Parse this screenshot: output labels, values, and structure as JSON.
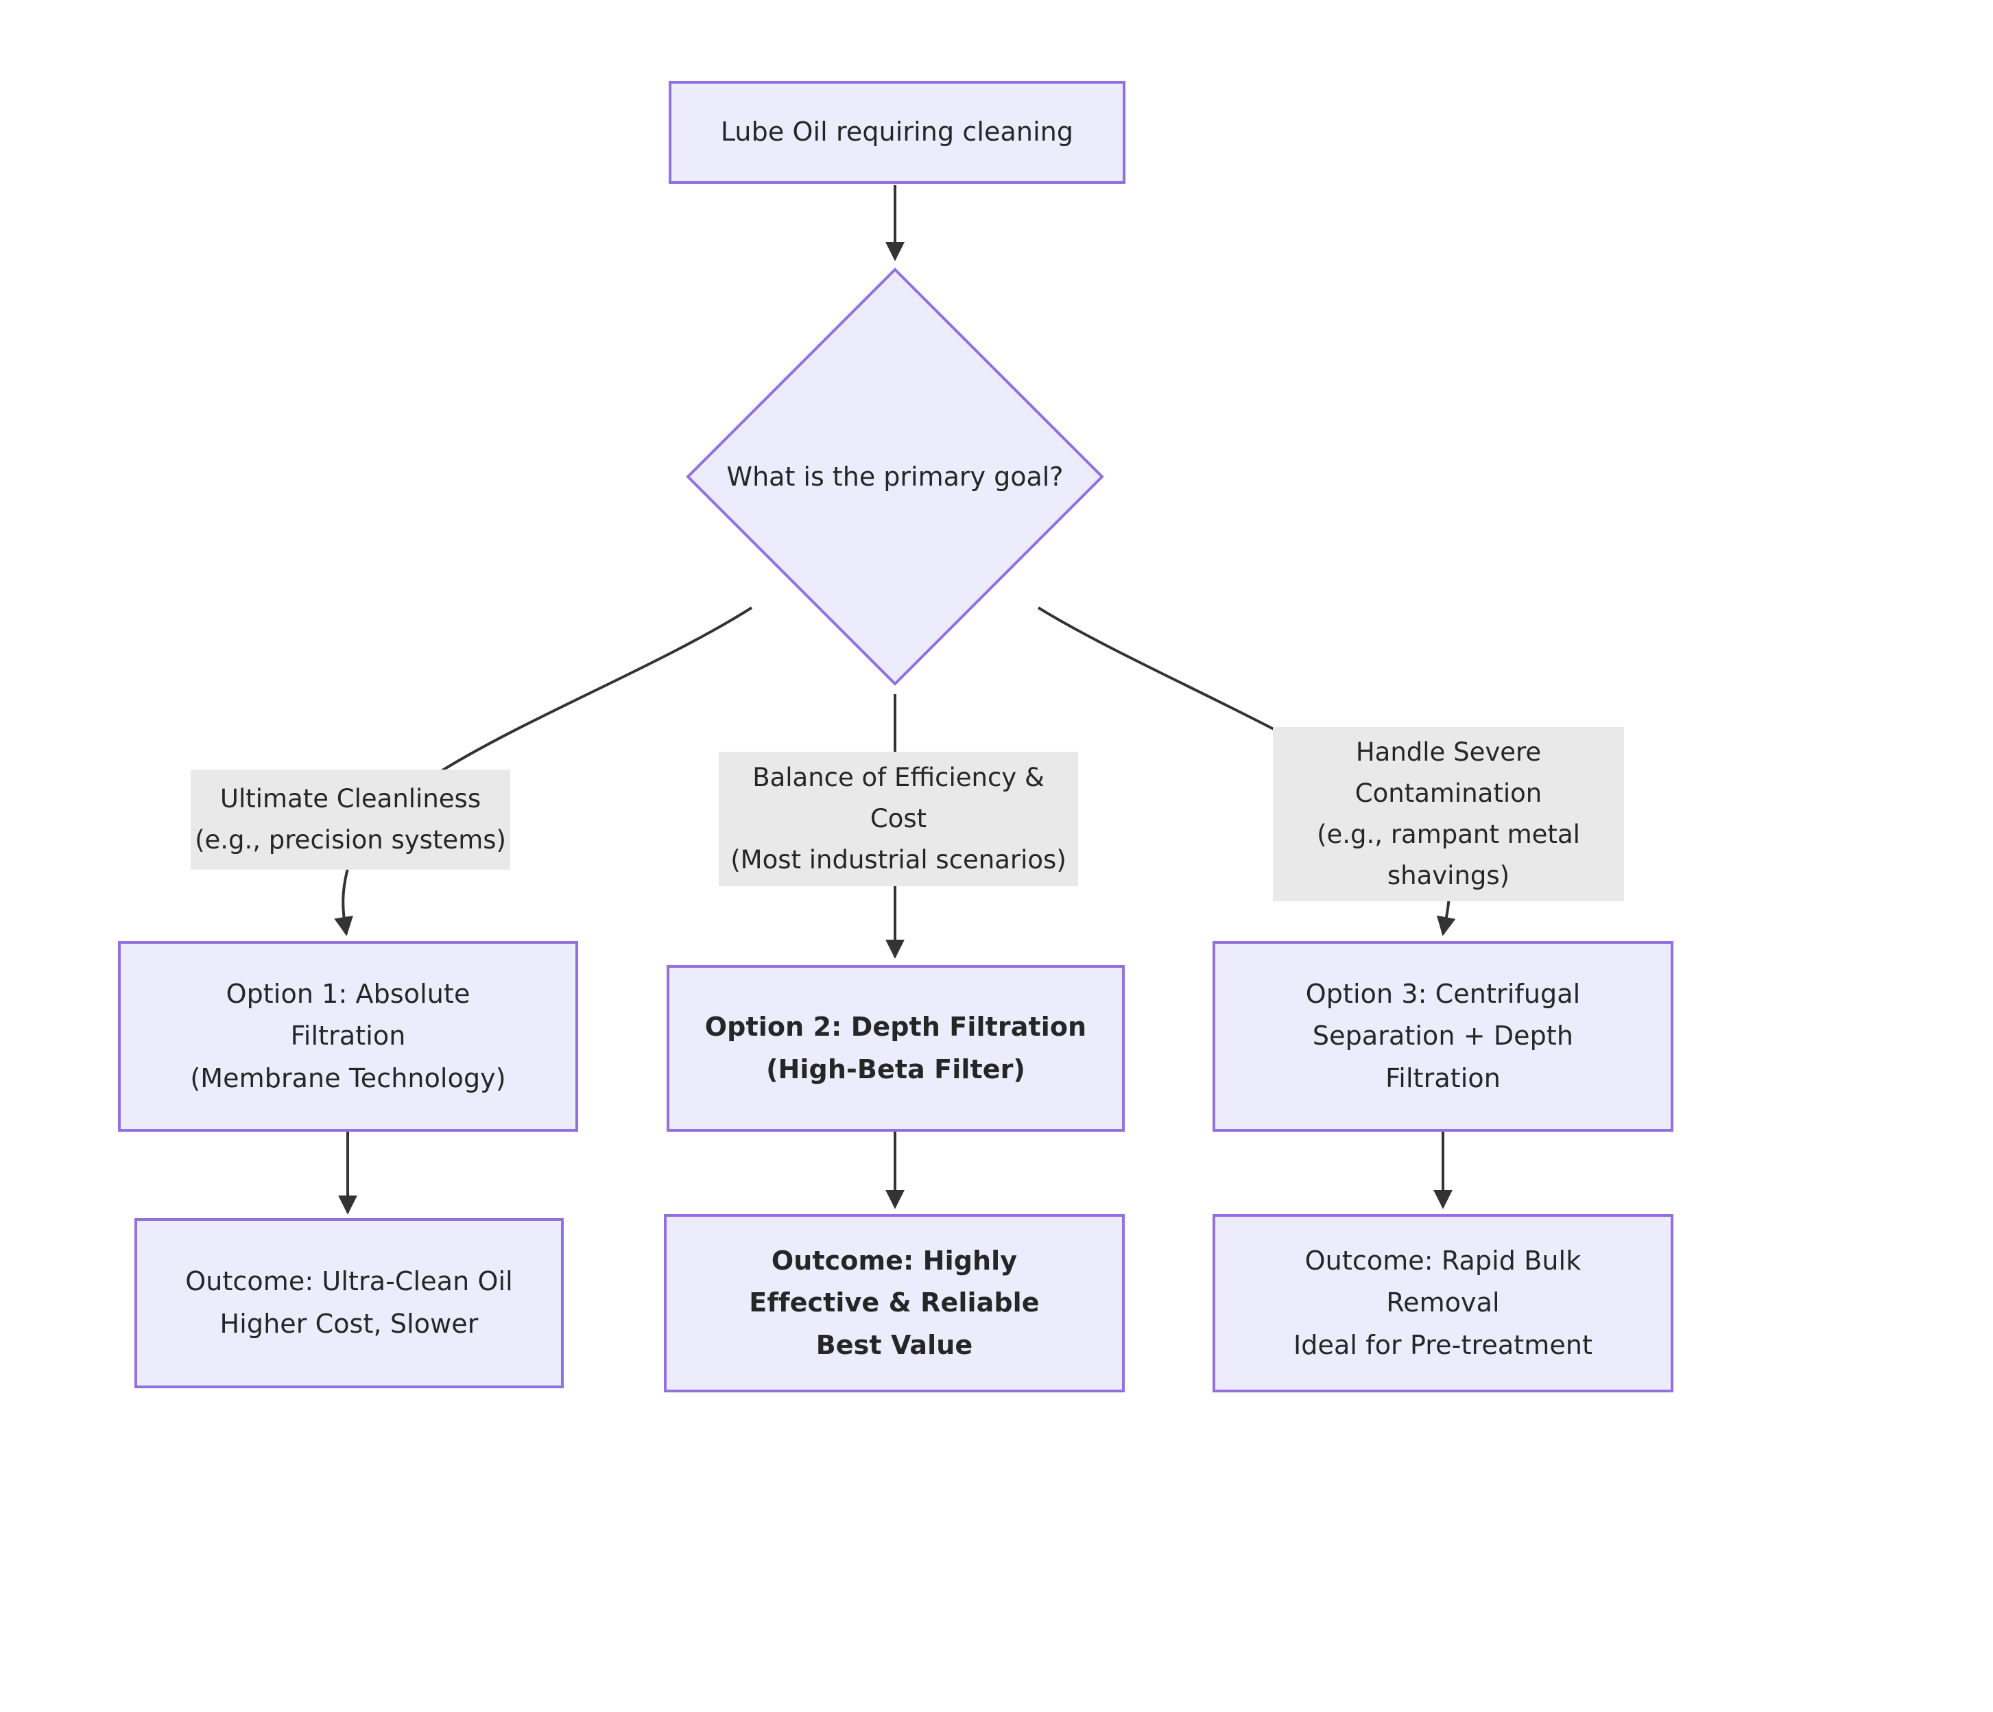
{
  "diagram": {
    "type": "decision-flowchart",
    "title": "Lube Oil Cleaning Decision Flow",
    "colors": {
      "node_fill": "#ececfd",
      "node_border": "#9370e0",
      "edge_label_bg": "#e9e9e9",
      "edge_stroke": "#333333",
      "text": "#262626",
      "canvas": "#ffffff"
    },
    "nodes": {
      "start": {
        "id": "start",
        "shape": "rect",
        "lines": [
          "Lube Oil requiring cleaning"
        ]
      },
      "decision": {
        "id": "decision",
        "shape": "diamond",
        "label": "What is the primary goal?"
      },
      "option1": {
        "id": "option1",
        "shape": "rect",
        "bold": false,
        "lines": [
          "Option 1: Absolute",
          "Filtration",
          "(Membrane Technology)"
        ]
      },
      "option2": {
        "id": "option2",
        "shape": "rect",
        "bold": true,
        "lines": [
          "Option 2: Depth Filtration",
          "(High-Beta Filter)"
        ]
      },
      "option3": {
        "id": "option3",
        "shape": "rect",
        "bold": false,
        "lines": [
          "Option 3: Centrifugal",
          "Separation + Depth",
          "Filtration"
        ]
      },
      "outcome1": {
        "id": "outcome1",
        "shape": "rect",
        "bold": false,
        "lines": [
          "Outcome: Ultra-Clean Oil",
          "Higher Cost, Slower"
        ]
      },
      "outcome2": {
        "id": "outcome2",
        "shape": "rect",
        "bold": true,
        "lines": [
          "Outcome: Highly",
          "Effective & Reliable",
          "Best Value"
        ]
      },
      "outcome3": {
        "id": "outcome3",
        "shape": "rect",
        "bold": false,
        "lines": [
          "Outcome: Rapid Bulk",
          "Removal",
          "Ideal for Pre-treatment"
        ]
      }
    },
    "edge_labels": {
      "branch_left": {
        "lines": [
          "Ultimate Cleanliness",
          "(e.g., precision systems)"
        ]
      },
      "branch_middle": {
        "lines": [
          "Balance of Efficiency &",
          "Cost",
          "(Most industrial scenarios)"
        ]
      },
      "branch_right": {
        "lines": [
          "Handle Severe",
          "Contamination",
          "(e.g., rampant metal",
          "shavings)"
        ]
      }
    },
    "edges": [
      {
        "from": "start",
        "to": "decision",
        "label": ""
      },
      {
        "from": "decision",
        "to": "option1",
        "label": "Ultimate Cleanliness (e.g., precision systems)"
      },
      {
        "from": "decision",
        "to": "option2",
        "label": "Balance of Efficiency & Cost (Most industrial scenarios)"
      },
      {
        "from": "decision",
        "to": "option3",
        "label": "Handle Severe Contamination (e.g., rampant metal shavings)"
      },
      {
        "from": "option1",
        "to": "outcome1",
        "label": ""
      },
      {
        "from": "option2",
        "to": "outcome2",
        "label": ""
      },
      {
        "from": "option3",
        "to": "outcome3",
        "label": ""
      }
    ]
  }
}
